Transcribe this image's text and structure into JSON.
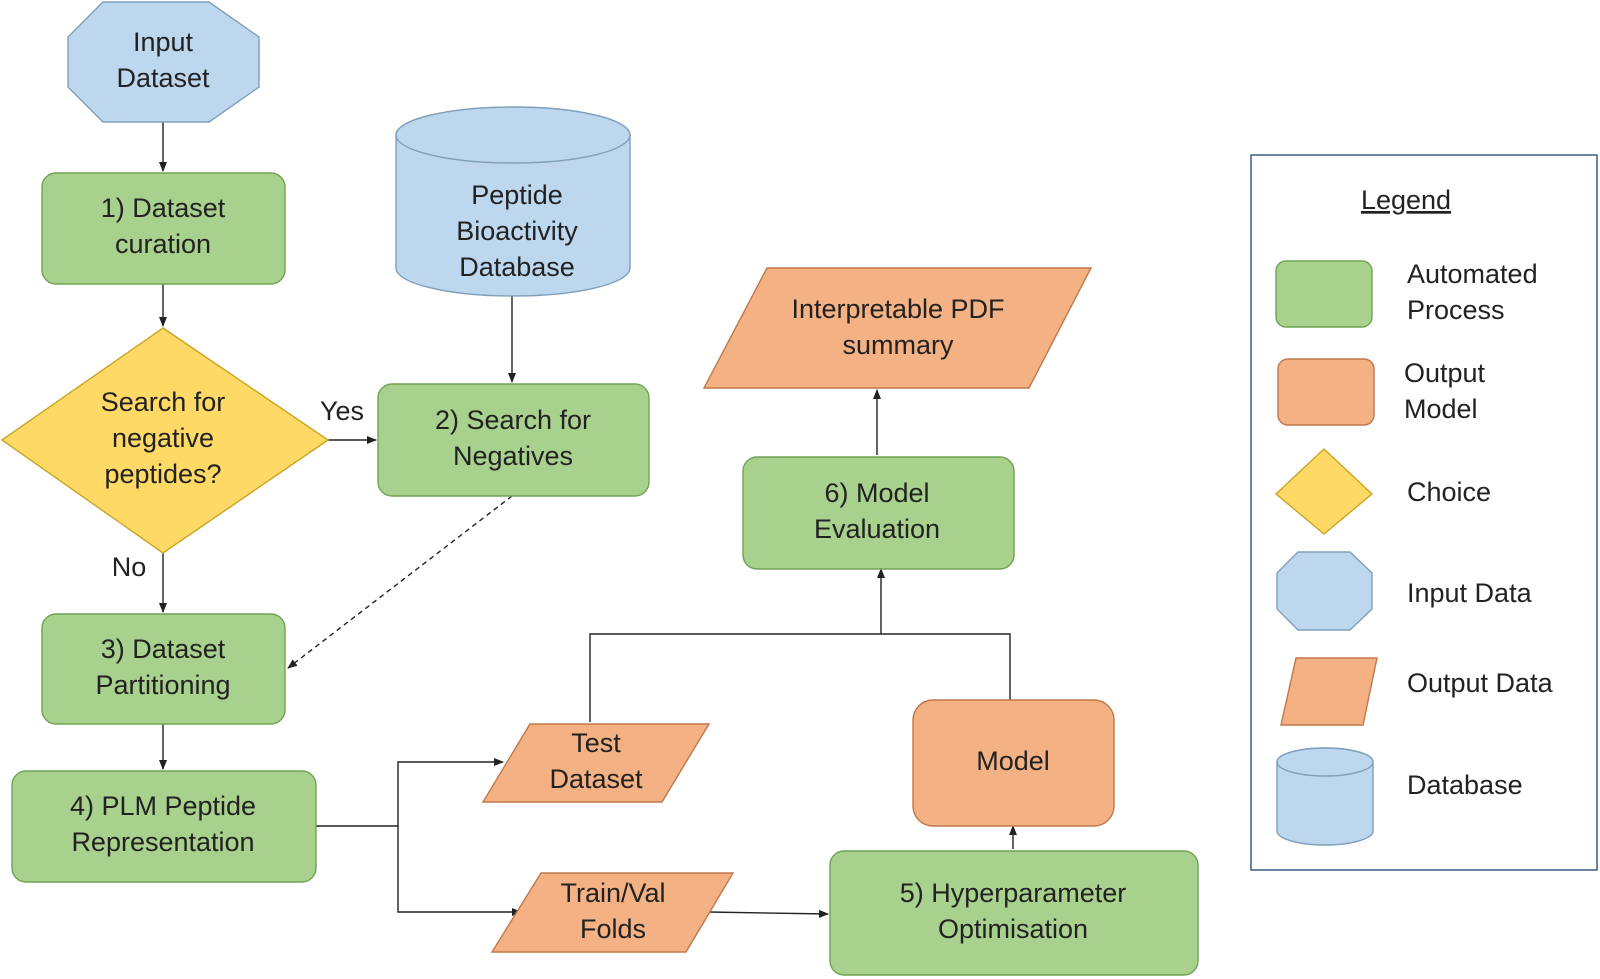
{
  "colors": {
    "process_fill": "#a9d18e",
    "process_stroke": "#71a354",
    "output_fill": "#f4b183",
    "output_stroke": "#c0784a",
    "choice_fill": "#ffd966",
    "choice_stroke": "#c9a524",
    "input_fill": "#bdd7ee",
    "input_stroke": "#7f9fba",
    "line": "#222222"
  },
  "nodes": {
    "input_dataset": {
      "shape": "octagon",
      "lines": [
        "Input",
        "Dataset"
      ]
    },
    "dataset_curation": {
      "shape": "process",
      "lines": [
        "1) Dataset",
        "curation"
      ]
    },
    "search_choice": {
      "shape": "diamond",
      "lines": [
        "Search for",
        "negative",
        "peptides?"
      ]
    },
    "peptide_db": {
      "shape": "cylinder",
      "lines": [
        "Peptide",
        "Bioactivity",
        "Database"
      ]
    },
    "search_negatives": {
      "shape": "process",
      "lines": [
        "2) Search for",
        "Negatives"
      ]
    },
    "dataset_partitioning": {
      "shape": "process",
      "lines": [
        "3) Dataset",
        "Partitioning"
      ]
    },
    "plm_representation": {
      "shape": "process",
      "lines": [
        "4) PLM Peptide",
        "Representation"
      ]
    },
    "test_dataset": {
      "shape": "parallelogram",
      "lines": [
        "Test",
        "Dataset"
      ]
    },
    "train_val_folds": {
      "shape": "parallelogram",
      "lines": [
        "Train/Val",
        "Folds"
      ]
    },
    "hyperparameter_optimisation": {
      "shape": "process",
      "lines": [
        "5) Hyperparameter",
        "Optimisation"
      ]
    },
    "model": {
      "shape": "output-box",
      "lines": [
        "Model"
      ]
    },
    "model_evaluation": {
      "shape": "process",
      "lines": [
        "6) Model",
        "Evaluation"
      ]
    },
    "pdf_summary": {
      "shape": "parallelogram",
      "lines": [
        "Interpretable PDF",
        "summary"
      ]
    }
  },
  "edge_labels": {
    "yes": "Yes",
    "no": "No"
  },
  "legend": {
    "title": "Legend",
    "items": [
      {
        "shape": "process",
        "lines": [
          "Automated",
          "Process"
        ]
      },
      {
        "shape": "output-box",
        "lines": [
          "Output",
          "Model"
        ]
      },
      {
        "shape": "diamond",
        "lines": [
          "Choice"
        ]
      },
      {
        "shape": "octagon",
        "lines": [
          "Input Data"
        ]
      },
      {
        "shape": "parallelogram",
        "lines": [
          "Output Data"
        ]
      },
      {
        "shape": "cylinder",
        "lines": [
          "Database"
        ]
      }
    ]
  }
}
